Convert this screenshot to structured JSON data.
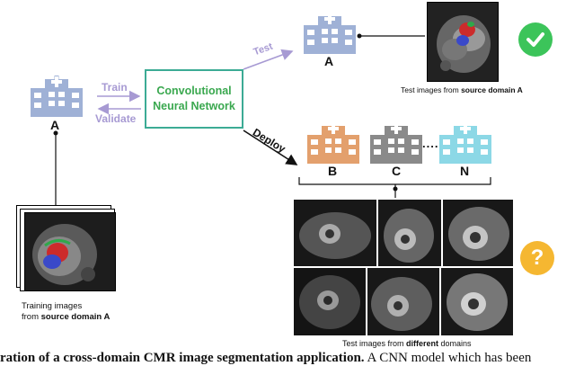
{
  "hospitals": {
    "source": {
      "label": "A",
      "color": "#9fb1d6"
    },
    "test": {
      "label": "A",
      "color": "#9fb1d6"
    },
    "targets": [
      {
        "label": "B",
        "color": "#e3a06d"
      },
      {
        "label": "C",
        "color": "#8a8a8a"
      },
      {
        "label": "N",
        "color": "#8cd8e6"
      }
    ],
    "ellipsis": "...."
  },
  "cnn": {
    "title": "Convolutional Neural Network",
    "border_color": "#3cab95",
    "text_color": "#3aa84f"
  },
  "arrows": {
    "train": "Train",
    "validate": "Validate",
    "test": "Test",
    "deploy": "Deploy",
    "purple": "#a79ad3"
  },
  "captions": {
    "test_source": {
      "prefix": "Test images from ",
      "emphasis": "source domain A"
    },
    "training": {
      "line1": "Training images",
      "prefix": "from ",
      "emphasis": "source domain A"
    },
    "test_different": {
      "prefix": "Test images from ",
      "emphasis": "different",
      "suffix": " domains"
    }
  },
  "badges": {
    "check": {
      "icon": "check-icon",
      "color": "#3cc45a"
    },
    "question": {
      "icon": "question-icon",
      "glyph": "?",
      "color": "#f5b731"
    }
  },
  "figure_caption": {
    "bold": "ration of a cross-domain CMR image segmentation application.",
    "text": " A CNN model which has been"
  }
}
